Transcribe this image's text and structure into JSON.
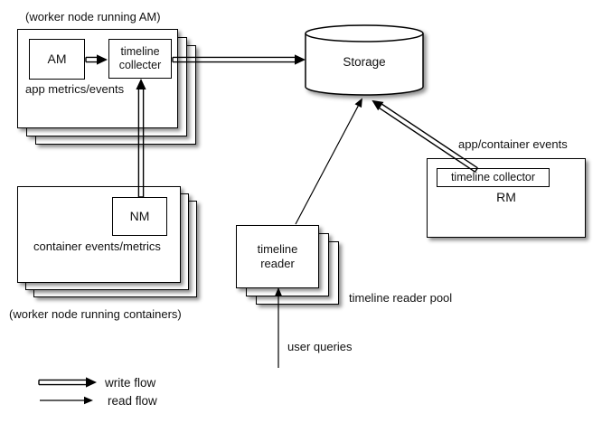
{
  "diagram": {
    "worker_am": {
      "caption": "(worker node running AM)",
      "am_label": "AM",
      "collector_label": "timeline\ncollecter",
      "note": "app metrics/events"
    },
    "worker_containers": {
      "caption": "(worker node running containers)",
      "nm_label": "NM",
      "note": "container events/metrics"
    },
    "storage": {
      "label": "Storage"
    },
    "rm": {
      "collector_label": "timeline collector",
      "label": "RM",
      "note": "app/container events"
    },
    "reader": {
      "label": "timeline\nreader",
      "pool_note": "timeline reader pool",
      "queries_note": "user queries"
    },
    "legend": {
      "write": "write flow",
      "read": "read flow"
    },
    "colors": {
      "ink": "#000000",
      "paper": "#ffffff"
    }
  }
}
